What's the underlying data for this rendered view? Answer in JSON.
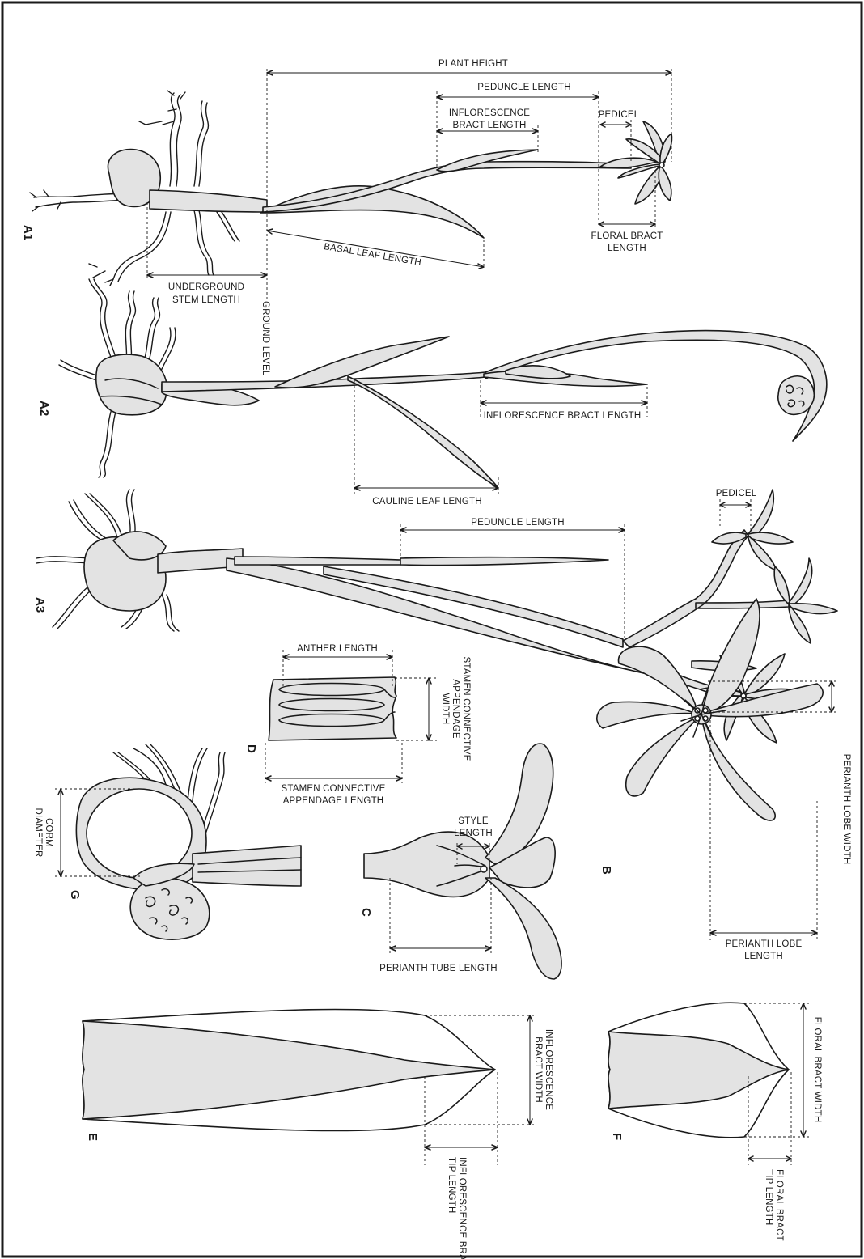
{
  "panels": {
    "a1": "A1",
    "a2": "A2",
    "a3": "A3",
    "b": "B",
    "c": "C",
    "d": "D",
    "e": "E",
    "f": "F",
    "g": "G"
  },
  "labels": {
    "plant_height": "PLANT HEIGHT",
    "peduncle_length": "PEDUNCLE LENGTH",
    "inflorescence_bract_length_1": "INFLORESCENCE",
    "inflorescence_bract_length_2": "BRACT LENGTH",
    "pedicel": "PEDICEL",
    "floral_bract_length_1": "FLORAL BRACT",
    "floral_bract_length_2": "LENGTH",
    "basal_leaf_length": "BASAL LEAF LENGTH",
    "underground_stem_length_1": "UNDERGROUND",
    "underground_stem_length_2": "STEM LENGTH",
    "ground_level": "GROUND LEVEL",
    "inflorescence_bract_length_a2": "INFLORESCENCE BRACT LENGTH",
    "cauline_leaf_length": "CAULINE LEAF LENGTH",
    "peduncle_length_a3": "PEDUNCLE LENGTH",
    "pedicel_a3": "PEDICEL",
    "anther_length": "ANTHER LENGTH",
    "stamen_connective_appendage_width_1": "STAMEN CONNECTIVE",
    "stamen_connective_appendage_width_2": "APPENDAGE",
    "stamen_connective_appendage_width_3": "WIDTH",
    "stamen_connective_appendage_length_1": "STAMEN CONNECTIVE",
    "stamen_connective_appendage_length_2": "APPENDAGE LENGTH",
    "corm_diameter_1": "CORM",
    "corm_diameter_2": "DIAMETER",
    "style_length_1": "STYLE",
    "style_length_2": "LENGTH",
    "perianth_tube_length": "PERIANTH TUBE LENGTH",
    "perianth_lobe_width": "PERIANTH LOBE WIDTH",
    "perianth_lobe_length_1": "PERIANTH LOBE",
    "perianth_lobe_length_2": "LENGTH",
    "inflorescence_bract_width_1": "INFLORESCENCE",
    "inflorescence_bract_width_2": "BRACT WIDTH",
    "inflorescence_bract_tip_length_1": "INFLORESCENCE BRACT",
    "inflorescence_bract_tip_length_2": "TIP LENGTH",
    "floral_bract_width": "FLORAL BRACT WIDTH",
    "floral_bract_tip_length_1": "FLORAL BRACT",
    "floral_bract_tip_length_2": "TIP LENGTH"
  }
}
